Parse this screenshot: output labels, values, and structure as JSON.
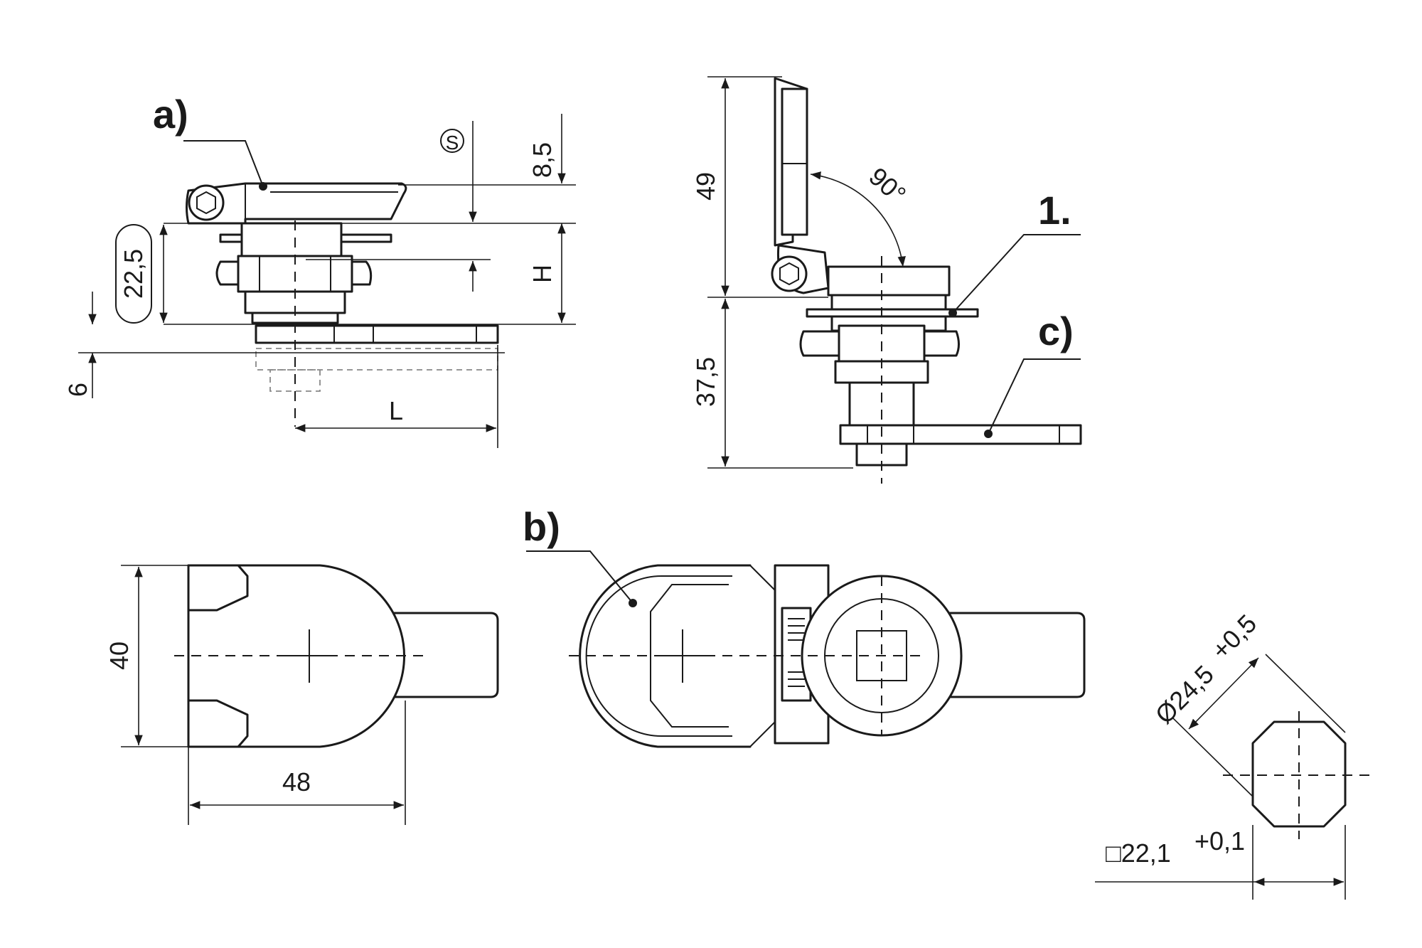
{
  "labels": {
    "a": "a)",
    "b": "b)",
    "c": "c)",
    "one": "1."
  },
  "dimensions": {
    "d8_5": "8,5",
    "s": "S",
    "h": "H",
    "d22_5": "22,5",
    "d6": "6",
    "l": "L",
    "d49": "49",
    "d37_5": "37,5",
    "deg90": "90°",
    "d40": "40",
    "d48": "48",
    "dia": "Ø24,5",
    "dia_tol": "+0,5",
    "sq": "□22,1",
    "sq_tol": "+0,1"
  },
  "colors": {
    "line": "#1a1a1a",
    "background": "#ffffff"
  }
}
